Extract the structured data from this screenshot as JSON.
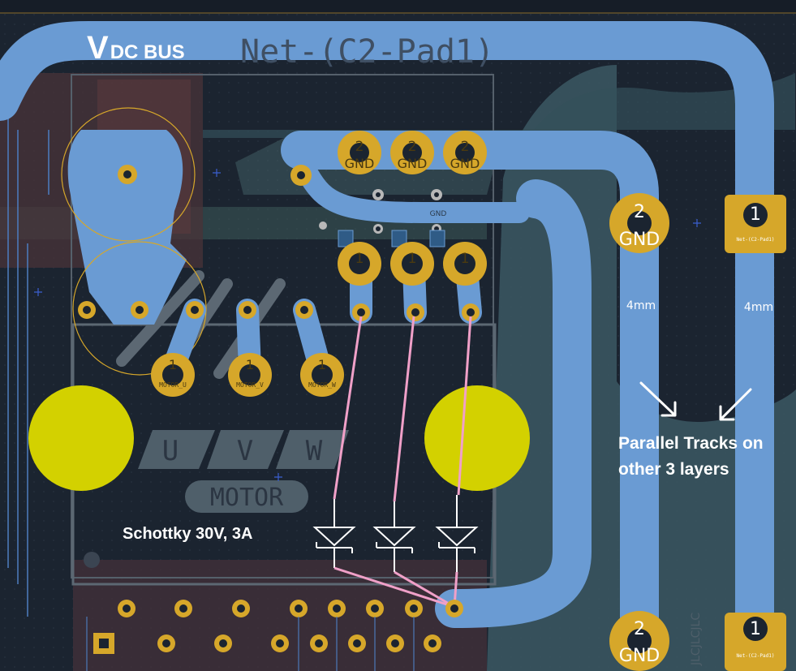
{
  "net_label": "Net-(C2-Pad1)",
  "vdc_label": {
    "main": "V",
    "sub": "DC BUS"
  },
  "silk_motor": "MOTOR",
  "silk_phases": [
    "U",
    "V",
    "W"
  ],
  "gnd_pad_label": {
    "number": "2",
    "net": "GND"
  },
  "net_pad_label": {
    "number": "1",
    "net": "Net-(C2-Pad1)"
  },
  "gnd_small_label": "GND",
  "motor_pads": [
    {
      "number": "1",
      "net": "MOTOR_U"
    },
    {
      "number": "1",
      "net": "MOTOR_V"
    },
    {
      "number": "1",
      "net": "MOTOR_W"
    }
  ],
  "upper_pad_number": "1",
  "width_labels": [
    "4mm",
    "4mm"
  ],
  "annotation_parallel": [
    "Parallel Tracks on",
    "other 3 layers"
  ],
  "annotation_schottky": "Schottky 30V, 3A",
  "vertical_watermark": "JLCJLCJLC",
  "colors": {
    "board": "#1b2430",
    "copper_top": "#6a9bd3",
    "copper_inner": "#3c4f5d",
    "pad_gold": "#d6a72a",
    "mount_hole": "#d3d100",
    "silk": "#5c6873",
    "ratsnest": "#f0a0c8",
    "annotation": "#ffffff"
  }
}
